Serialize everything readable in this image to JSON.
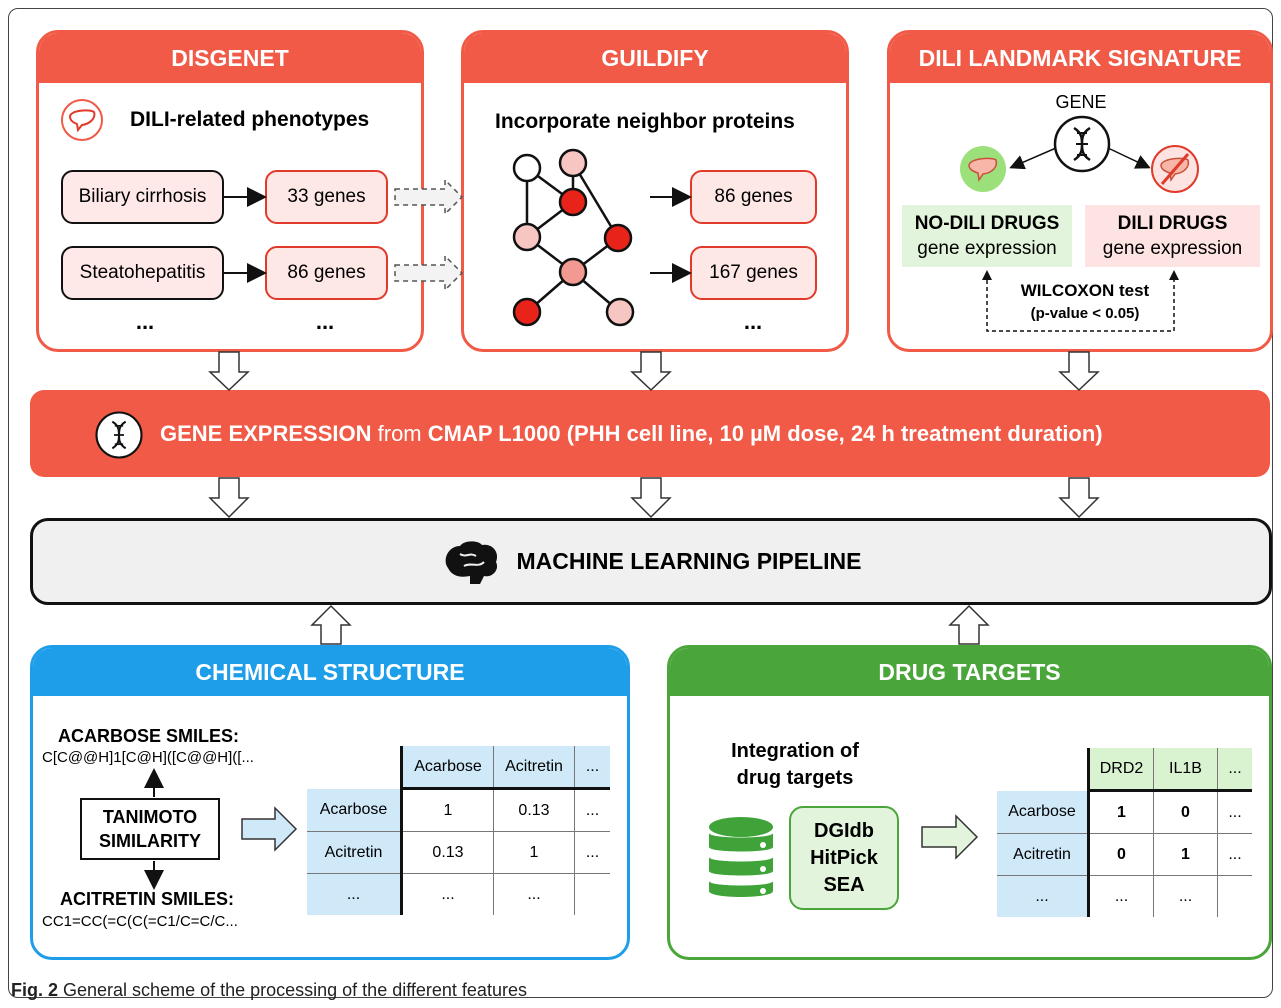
{
  "disgenet": {
    "title": "DISGENET",
    "subtitle": "DILI-related phenotypes",
    "rows": [
      {
        "phenotype": "Biliary cirrhosis",
        "genes": "33 genes"
      },
      {
        "phenotype": "Steatohepatitis",
        "genes": "86 genes"
      }
    ],
    "ellipsis_left": "...",
    "ellipsis_right": "..."
  },
  "guildify": {
    "title": "GUILDIFY",
    "subtitle": "Incorporate neighbor proteins",
    "genes": [
      "86 genes",
      "167 genes"
    ],
    "ellipsis": "..."
  },
  "landmark": {
    "title": "DILI LANDMARK SIGNATURE",
    "gene_label": "GENE",
    "no_dili_title": "NO-DILI DRUGS",
    "no_dili_sub": "gene expression",
    "dili_title": "DILI DRUGS",
    "dili_sub": "gene expression",
    "test": "WILCOXON test",
    "pvalue": "(p-value < 0.05)"
  },
  "expression": {
    "part1": "GENE EXPRESSION",
    "part2": " from ",
    "part3": "CMAP L1000 (PHH cell line, 10 µM dose, 24 h treatment duration)"
  },
  "ml": {
    "label": "MACHINE LEARNING PIPELINE"
  },
  "chemical": {
    "title": "CHEMICAL STRUCTURE",
    "smiles1_label": "ACARBOSE SMILES:",
    "smiles1": "C[C@@H]1[C@H]([C@@H]([...",
    "tanimoto": "TANIMOTO SIMILARITY",
    "smiles2_label": "ACITRETIN SMILES:",
    "smiles2": "CC1=CC(=C(C(=C1/C=C/C...",
    "matrix": {
      "cols": [
        "Acarbose",
        "Acitretin",
        "..."
      ],
      "rows": [
        {
          "name": "Acarbose",
          "cells": [
            "1",
            "0.13",
            "..."
          ]
        },
        {
          "name": "Acitretin",
          "cells": [
            "0.13",
            "1",
            "..."
          ]
        },
        {
          "name": "...",
          "cells": [
            "...",
            "...",
            ""
          ]
        }
      ]
    }
  },
  "targets": {
    "title": "DRUG TARGETS",
    "integration": "Integration of drug targets",
    "sources": [
      "DGIdb",
      "HitPick",
      "SEA"
    ],
    "matrix": {
      "cols": [
        "DRD2",
        "IL1B",
        "..."
      ],
      "rows": [
        {
          "name": "Acarbose",
          "cells": [
            "1",
            "0",
            "..."
          ]
        },
        {
          "name": "Acitretin",
          "cells": [
            "0",
            "1",
            "..."
          ]
        },
        {
          "name": "...",
          "cells": [
            "...",
            "...",
            ""
          ]
        }
      ]
    }
  },
  "caption": {
    "fig": "Fig. 2",
    "text": " General scheme of the processing of the different features"
  },
  "colors": {
    "red": "#f05a46",
    "blue": "#1e9ee8",
    "green": "#4aa63a",
    "node_dark": "#e8231a",
    "node_light": "#f7c6c2"
  }
}
